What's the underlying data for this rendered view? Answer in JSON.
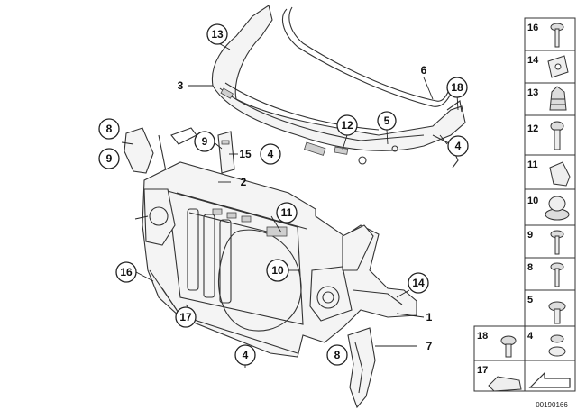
{
  "callouts_circled": [
    "13",
    "18",
    "12",
    "5",
    "4",
    "8",
    "9",
    "15",
    "4",
    "2",
    "9",
    "11",
    "16",
    "10",
    "14",
    "17",
    "4",
    "8"
  ],
  "callouts_plain": [
    "3",
    "6",
    "1",
    "7"
  ],
  "legend": [
    "16",
    "14",
    "13",
    "12",
    "11",
    "10",
    "9",
    "8",
    "5",
    "4",
    "18",
    "17"
  ],
  "reference": "00190166"
}
